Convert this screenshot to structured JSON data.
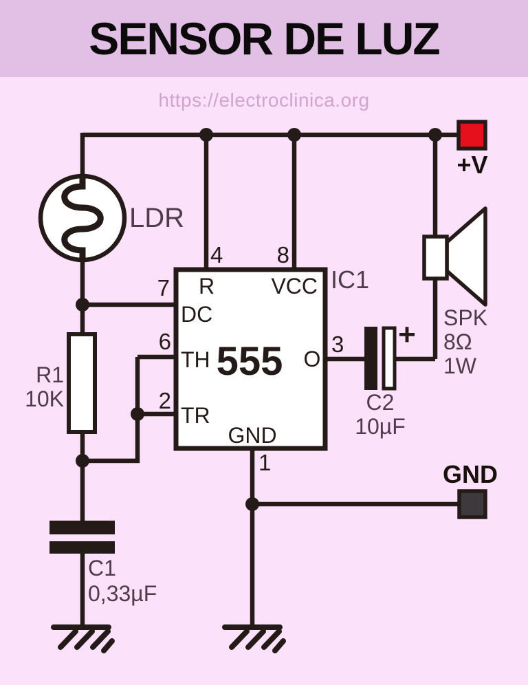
{
  "header": {
    "title": "SENSOR DE LUZ"
  },
  "watermark": {
    "url": "https://electroclinica.org"
  },
  "ic": {
    "name": "555",
    "ref": "IC1",
    "pins": {
      "reset": {
        "number": "4",
        "label": "R"
      },
      "vcc": {
        "number": "8",
        "label": "VCC"
      },
      "discharge": {
        "number": "7",
        "label": "DC"
      },
      "threshold": {
        "number": "6",
        "label": "TH"
      },
      "trigger": {
        "number": "2",
        "label": "TR"
      },
      "output": {
        "number": "3",
        "label": "O"
      },
      "ground": {
        "number": "1",
        "label": "GND"
      }
    }
  },
  "components": {
    "ldr": {
      "label": "LDR"
    },
    "r1": {
      "ref": "R1",
      "value": "10K"
    },
    "c1": {
      "ref": "C1",
      "value": "0,33µF"
    },
    "c2": {
      "ref": "C2",
      "value": "10µF",
      "polarity": "+"
    },
    "spk": {
      "ref": "SPK",
      "impedance": "8Ω",
      "power": "1W"
    }
  },
  "terminals": {
    "vplus": "+V",
    "gnd": "GND"
  },
  "colors": {
    "header_band": "#e2c0e5",
    "background": "#fce1fa",
    "wire": "#241a18",
    "label_gray": "#4f3c4a",
    "watermark": "#d0a4cf",
    "vplus_red": "#e5101b",
    "gnd_square": "#3e393c"
  }
}
